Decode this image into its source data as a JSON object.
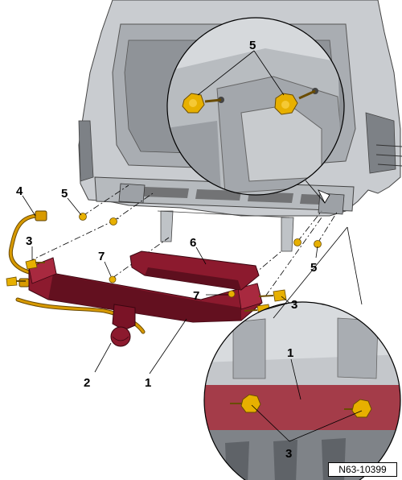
{
  "callouts": {
    "c1_main": "1",
    "c2": "2",
    "c3_left": "3",
    "c3_right": "3",
    "c4": "4",
    "c5_left": "5",
    "c5_right": "5",
    "c5_detail": "5",
    "c6": "6",
    "c7_left": "7",
    "c7_right": "7",
    "c1_detail": "1",
    "c3_detail": "3"
  },
  "figure_ref": "N63-10399",
  "colors": {
    "crossmember": "#8c1a2e",
    "crossmember_dark": "#5e0f1e",
    "bolt": "#e7b000",
    "harness": "#d89a00",
    "body_gray": "#c9ccd0"
  }
}
